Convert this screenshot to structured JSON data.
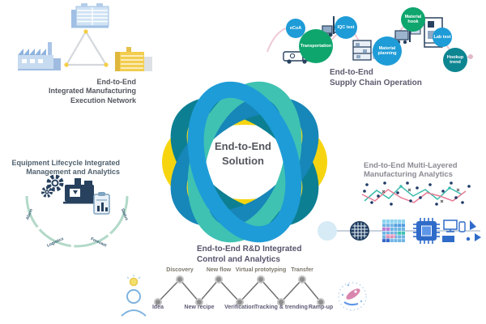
{
  "center": {
    "heading_lines": [
      "End-to-End",
      "Solution"
    ]
  },
  "manufacturing_network": {
    "heading_lines": [
      "End-to-End",
      "Integrated Manufacturing",
      "Execution Network"
    ]
  },
  "supply_chain": {
    "heading_lines": [
      "End-to-End",
      "Supply Chain Operation"
    ],
    "steps": [
      {
        "label": "eCoA",
        "color": "#1E9CD7"
      },
      {
        "label": "Transportation",
        "color": "#0FA66E"
      },
      {
        "label": "IQC test",
        "color": "#1E9CD7"
      },
      {
        "label": "Material planning",
        "color": "#1E9CD7"
      },
      {
        "label": "Material hook",
        "color": "#0FA66E"
      },
      {
        "label": "Lab test",
        "color": "#1E9CD7"
      },
      {
        "label": "Hookup trend",
        "color": "#0E8692"
      }
    ]
  },
  "equipment": {
    "heading_lines": [
      "Equipment Lifecycle Integrated",
      "Management and Analytics"
    ],
    "arc_labels": [
      "Alarm",
      "Logistics",
      "Forecast",
      "Status"
    ]
  },
  "manufacturing_analytics": {
    "heading_lines": [
      "End-to-End Multi-Layered",
      "Manufacturing Analytics"
    ]
  },
  "rnd": {
    "heading_lines": [
      "End-to-End R&D Integrated",
      "Control and Analytics"
    ],
    "flow": [
      {
        "label": "Idea",
        "row": "bottom"
      },
      {
        "label": "Discovery",
        "row": "top"
      },
      {
        "label": "New recipe",
        "row": "bottom"
      },
      {
        "label": "New flow",
        "row": "top"
      },
      {
        "label": "Verification",
        "row": "bottom"
      },
      {
        "label": "Virtual prototyping",
        "row": "top"
      },
      {
        "label": "Tracking & trending",
        "row": "bottom"
      },
      {
        "label": "Transfer",
        "row": "top"
      },
      {
        "label": "Ramp-up",
        "row": "bottom"
      }
    ]
  },
  "colors": {
    "knot_yellow": "#F6D510",
    "knot_teal_light": "#3FC2B2",
    "knot_blue": "#1E9CD7",
    "knot_teal_dark": "#0D7F93",
    "knot_blue_mid": "#1786B8",
    "circle_blue": "#1E9CD7",
    "circle_green": "#0FA66E",
    "circle_teal": "#0E8692",
    "navy_icon": "#27415E",
    "arc_green": "#B2D9C8",
    "connector_pink": "#EFC9D6"
  }
}
